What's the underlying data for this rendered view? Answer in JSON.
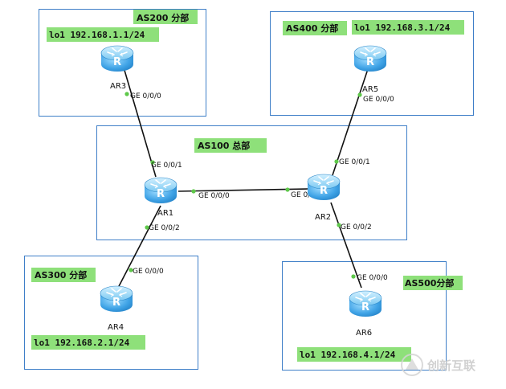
{
  "colors": {
    "box_border": "#3f7fc8",
    "tag_fill": "#8ee07a",
    "link": "#111111",
    "port_dot": "#5ec84a",
    "router_body": "#4aa8e8",
    "router_top": "#8fd2f7"
  },
  "areas": {
    "as200": {
      "label": "AS200 分部",
      "loopback": "lo1 192.168.1.1/24"
    },
    "as400": {
      "label": "AS400 分部",
      "loopback": "lo1 192.168.3.1/24"
    },
    "as100": {
      "label": "AS100 总部"
    },
    "as300": {
      "label": "AS300 分部",
      "loopback": "lo1 192.168.2.1/24"
    },
    "as500": {
      "label": "AS500分部",
      "loopback": "lo1 192.168.4.1/24"
    }
  },
  "routers": {
    "ar1": {
      "name": "AR1",
      "icon": "router-icon"
    },
    "ar2": {
      "name": "AR2",
      "icon": "router-icon"
    },
    "ar3": {
      "name": "AR3",
      "icon": "router-icon"
    },
    "ar4": {
      "name": "AR4",
      "icon": "router-icon"
    },
    "ar5": {
      "name": "AR5",
      "icon": "router-icon"
    },
    "ar6": {
      "name": "AR6",
      "icon": "router-icon"
    }
  },
  "ports": {
    "ar3_ge000": "GE 0/0/0",
    "ar1_ge001": "GE 0/0/1",
    "ar1_ge000": "GE 0/0/0",
    "ar1_ge002": "GE 0/0/2",
    "ar2_ge000": "GE 0/0/0",
    "ar2_ge001": "GE 0/0/1",
    "ar2_ge002": "GE 0/0/2",
    "ar5_ge000": "GE 0/0/0",
    "ar4_ge000": "GE 0/0/0",
    "ar6_ge000": "GE 0/0/0"
  },
  "watermark": {
    "text": "创新互联",
    "icon": "brand-logo-icon"
  }
}
